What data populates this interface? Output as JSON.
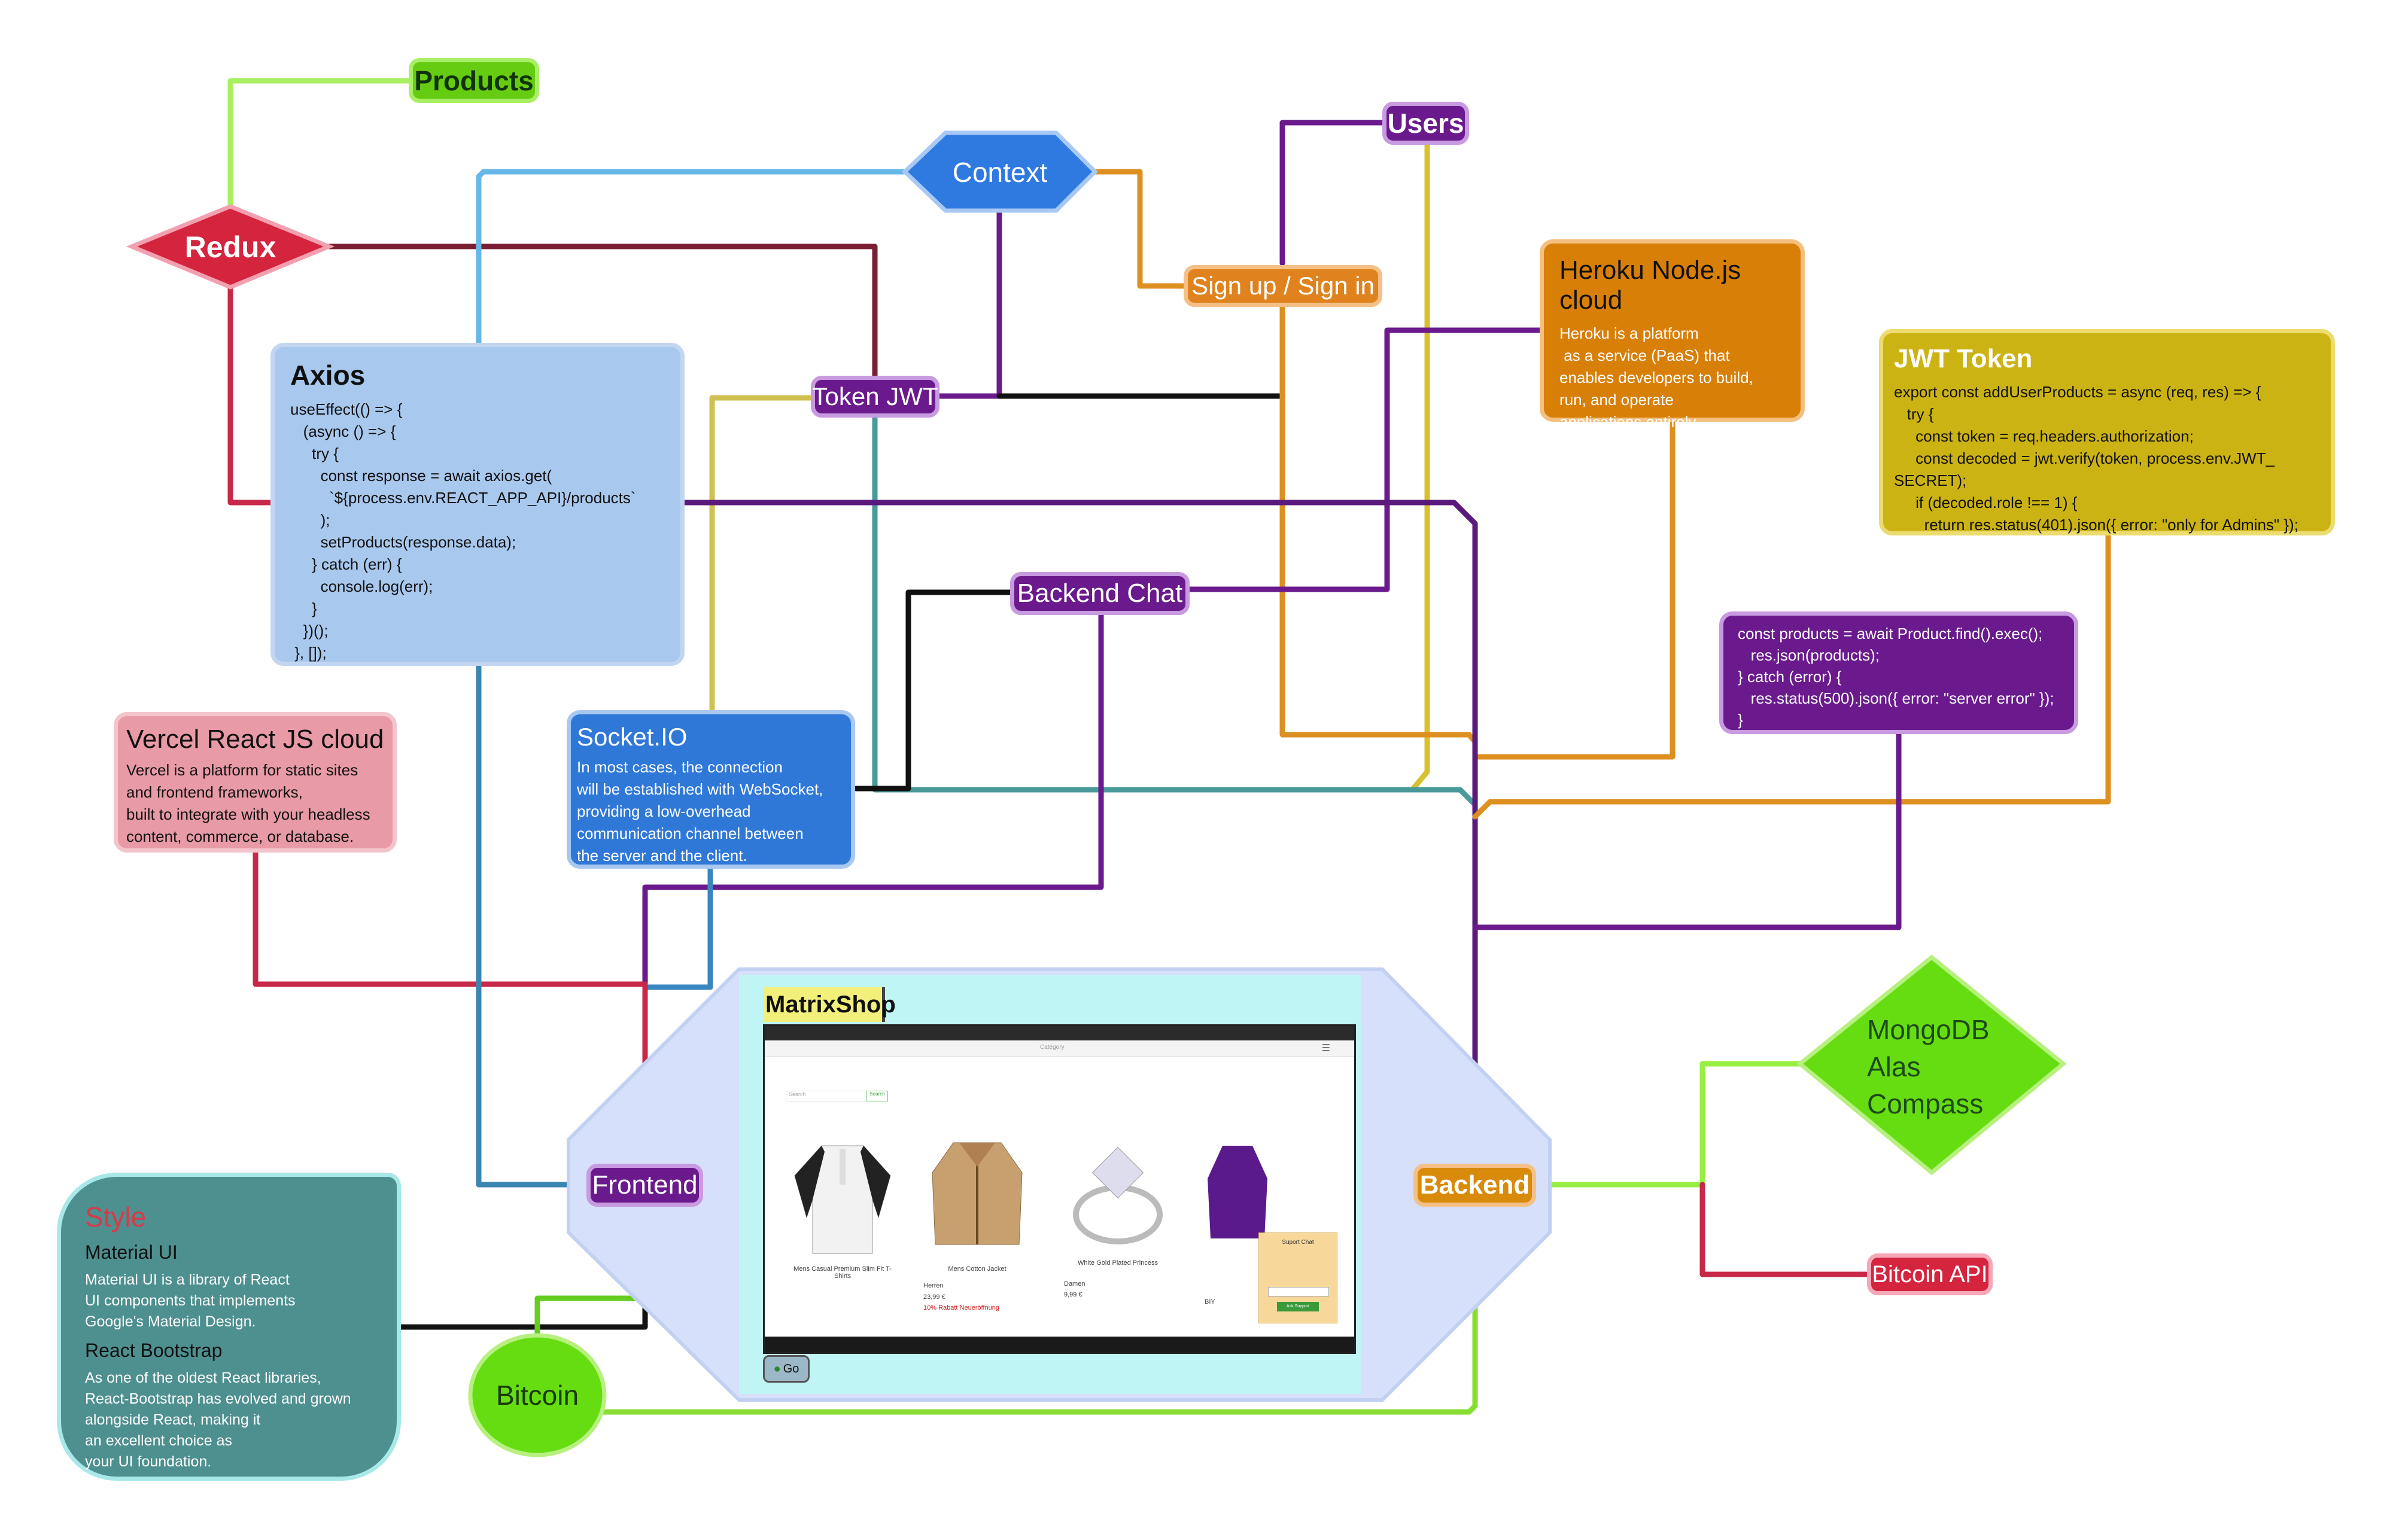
{
  "nodes": {
    "products": "Products",
    "redux": "Redux",
    "context": "Context",
    "users": "Users",
    "signup": "Sign up / Sign in",
    "token_jwt": "Token JWT",
    "backend_chat": "Backend Chat",
    "frontend": "Frontend",
    "backend": "Backend",
    "bitcoin": "Bitcoin",
    "bitcoin_api": "Bitcoin API",
    "mongodb": [
      "MongoDB",
      "Alas",
      "Compass"
    ]
  },
  "axios": {
    "title": "Axios",
    "code": "useEffect(() => {\n   (async () => {\n     try {\n       const response = await axios.get(\n         `${process.env.REACT_APP_API}/products`\n       );\n       setProducts(response.data);\n     } catch (err) {\n       console.log(err);\n     }\n   })();\n }, []);"
  },
  "heroku": {
    "title": "Heroku Node.js cloud",
    "body": "Heroku is a platform\n as a service (PaaS) that\nenables developers to build,\nrun, and operate\napplications entirely\n in the cloud."
  },
  "jwt": {
    "title": "JWT Token",
    "code": "export const addUserProducts = async (req, res) => {\n   try {\n     const token = req.headers.authorization;\n     const decoded = jwt.verify(token, process.env.JWT_\nSECRET);\n     if (decoded.role !== 1) {\n       return res.status(401).json({ error: \"only for Admins\" });"
  },
  "products_code": "const products = await Product.find().exec();\n   res.json(products);\n} catch (error) {\n   res.status(500).json({ error: \"server error\" });\n}",
  "vercel": {
    "title": "Vercel React JS cloud",
    "body": "Vercel is a platform for static sites\nand frontend frameworks,\nbuilt to integrate with your headless\ncontent, commerce, or database."
  },
  "socket": {
    "title": "Socket.IO",
    "body": "In most cases, the connection\nwill be established with WebSocket,\nproviding a low-overhead\ncommunication channel between\nthe server and the client."
  },
  "style": {
    "title": "Style",
    "material_title": "Material UI",
    "material_body": "Material UI is a library of React\nUI components that implements\nGoogle's Material Design.",
    "bootstrap_title": "React Bootstrap",
    "bootstrap_body": "As one of the oldest React libraries,\nReact-Bootstrap has evolved and grown\nalongside React, making it\nan excellent choice as\nyour UI foundation."
  },
  "shop": {
    "title": "MatrixShop",
    "go_label": "Go",
    "search_placeholder": "Search",
    "search_button": "Search",
    "category": "Category",
    "products": [
      {
        "name": "Mens Casual Premium Slim Fit T-Shirts",
        "cat": "",
        "price": ""
      },
      {
        "name": "Mens Cotton Jacket",
        "cat": "Herren",
        "price": "23,99 €"
      },
      {
        "name": "White Gold Plated Princess",
        "cat": "Damen",
        "price": "9,99 €"
      },
      {
        "name": "BIY",
        "cat": "",
        "price": ""
      }
    ],
    "sale_note": "10% Rabatt Neueröffnung",
    "chat_title": "Suport Chat",
    "chat_button": "Ask Support"
  },
  "colors": {
    "lime": "#99ee55",
    "crimson": "#cc2244",
    "purple": "#6a1a8c",
    "orange": "#d88a0a",
    "yellow": "#ccbb22",
    "sky": "#55aadd",
    "steel": "#3a86b0",
    "black": "#111111",
    "maroon": "#7a1f33",
    "teal": "#4a9a9a",
    "green": "#77cc22"
  }
}
